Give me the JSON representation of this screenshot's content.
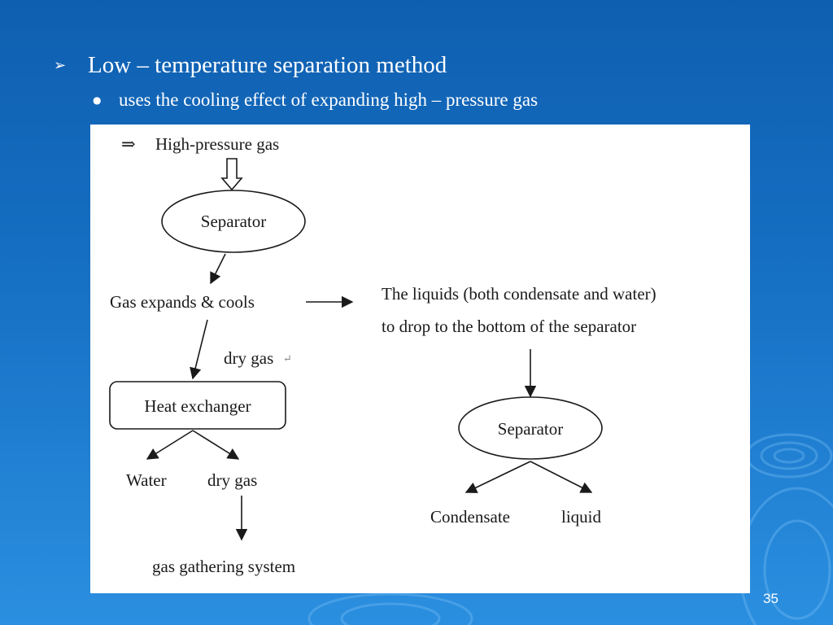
{
  "slide": {
    "heading": "Low – temperature separation method",
    "subpoint": "uses the cooling effect of expanding high – pressure gas",
    "page_number": "35"
  },
  "diagram": {
    "input_arrow_symbol": "⇒",
    "input_label": "High-pressure gas",
    "separator_1": "Separator",
    "gas_expands": "Gas expands & cools",
    "liquids_line1": "The liquids (both condensate and water)",
    "liquids_line2": "to drop to the bottom of the separator",
    "dry_gas_1": "dry gas",
    "return_mark": "↵",
    "heat_exchanger": "Heat exchanger",
    "water": "Water",
    "dry_gas_2": "dry gas",
    "gas_gathering": "gas gathering system",
    "separator_2": "Separator",
    "condensate": "Condensate",
    "liquid": "liquid"
  },
  "colors": {
    "background_top": "#0f5fb0",
    "background_bottom": "#2b8fe0",
    "text_on_blue": "#ffffff",
    "diagram_background": "#ffffff",
    "diagram_ink": "#1a1a1a"
  }
}
